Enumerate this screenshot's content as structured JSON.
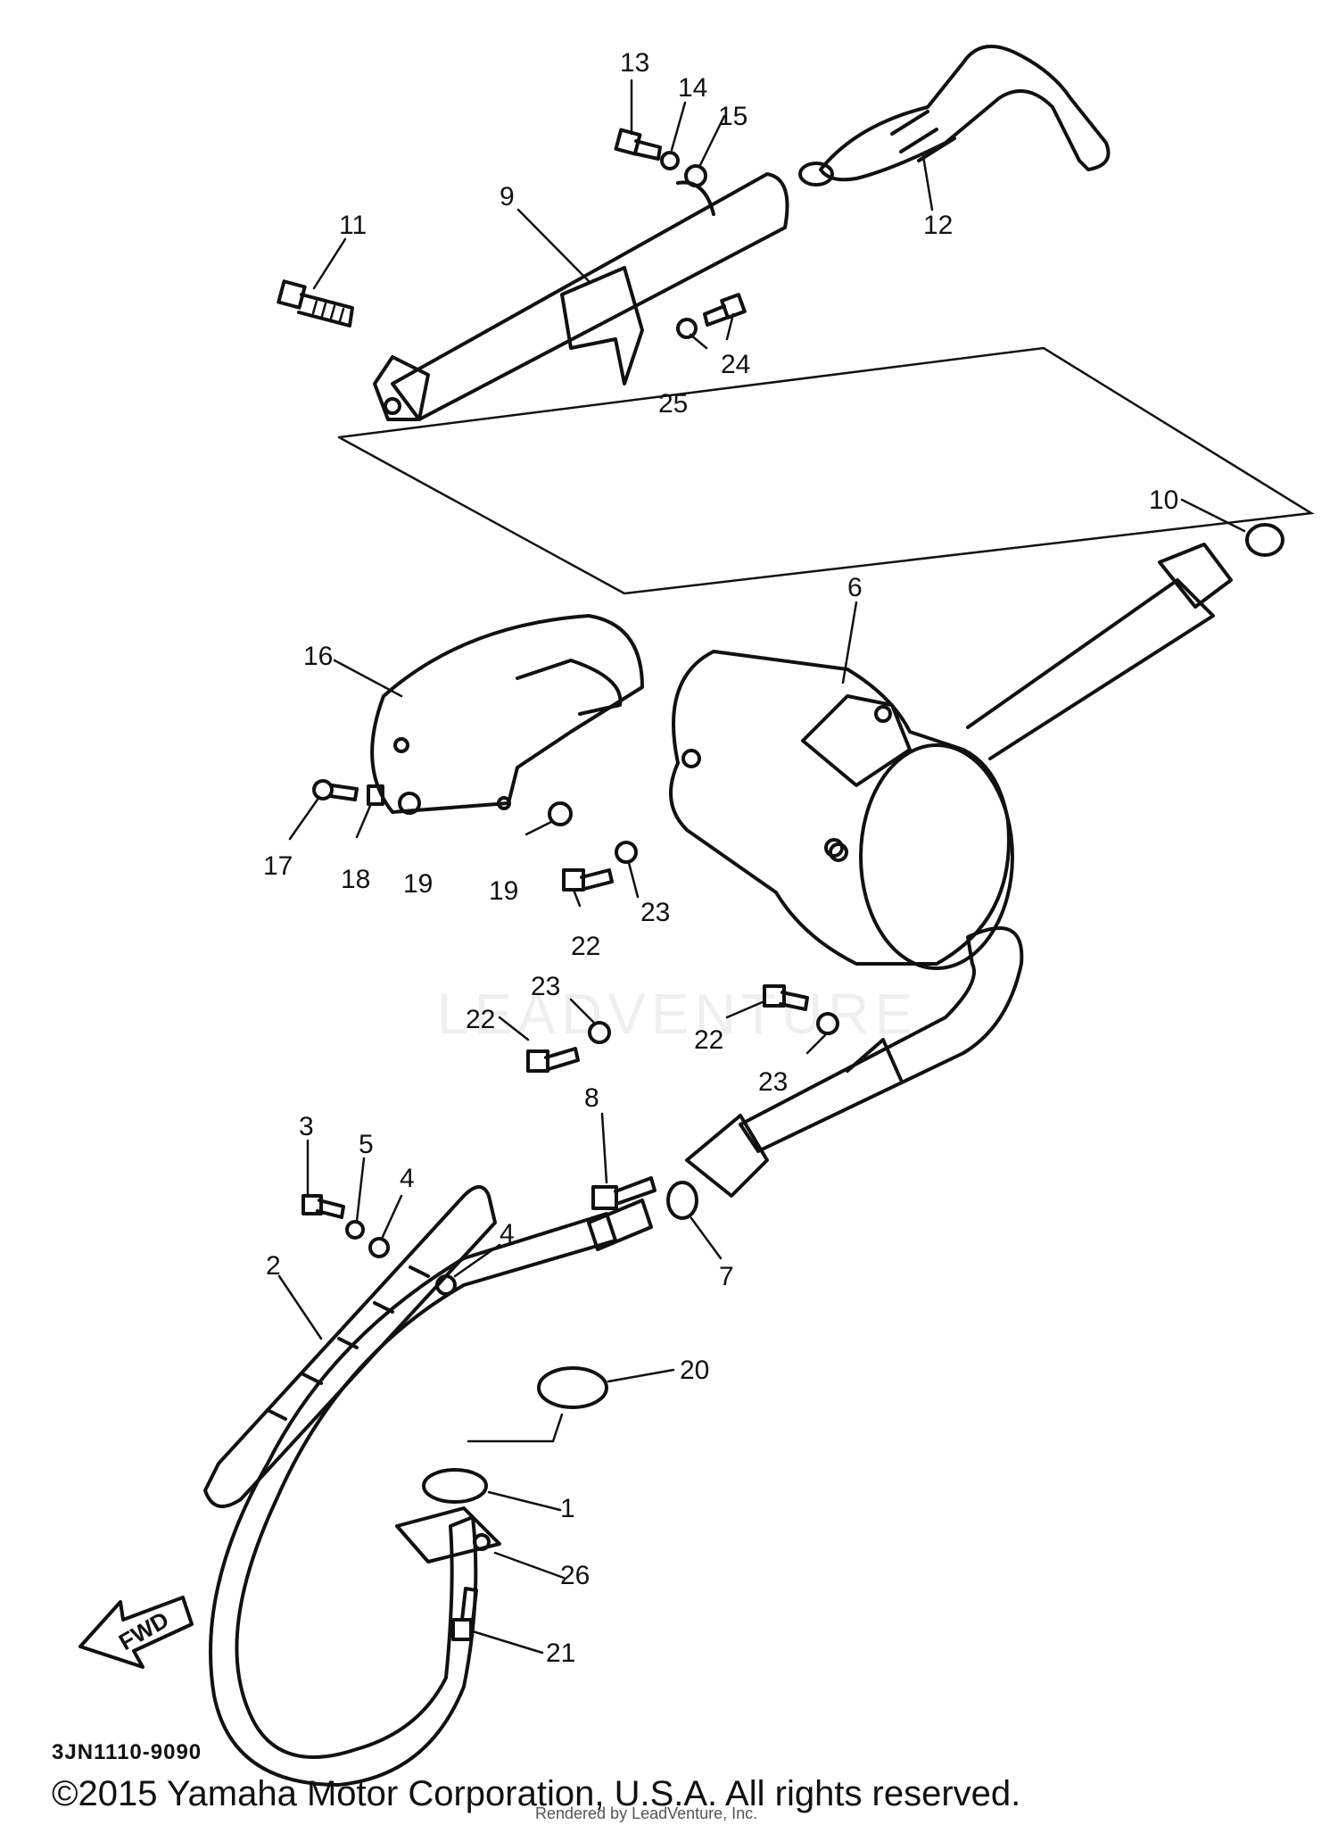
{
  "callouts": [
    "1",
    "2",
    "3",
    "4",
    "4",
    "5",
    "6",
    "7",
    "8",
    "9",
    "10",
    "11",
    "12",
    "13",
    "14",
    "15",
    "16",
    "17",
    "18",
    "19",
    "19",
    "20",
    "21",
    "22",
    "22",
    "22",
    "23",
    "23",
    "23",
    "24",
    "25",
    "26"
  ],
  "direction_arrow": {
    "label": "FWD"
  },
  "watermark": "LEADVENTURE",
  "diagram_code": "3JN1110-9090",
  "copyright": "©2015 Yamaha Motor Corporation, U.S.A. All rights reserved.",
  "rendered_by": "Rendered by LeadVenture, Inc."
}
